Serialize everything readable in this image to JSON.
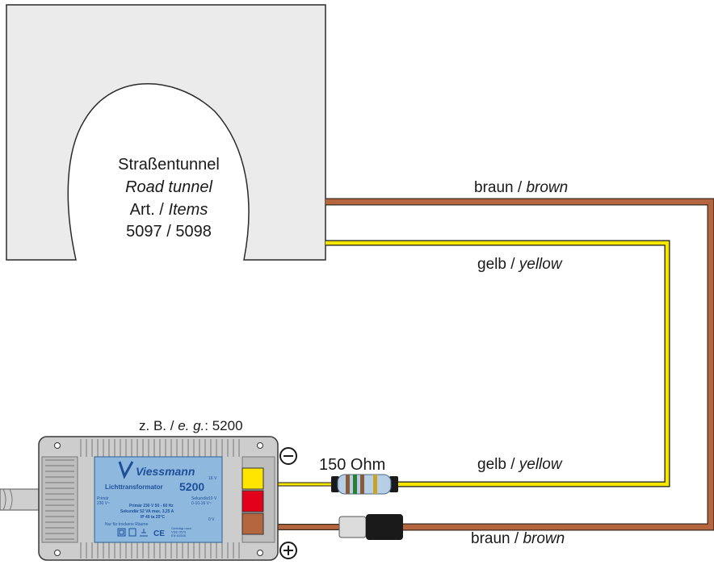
{
  "tunnel": {
    "name_de": "Straßentunnel",
    "name_en": "Road tunnel",
    "art_prefix": "Art. / ",
    "art_label": "Items",
    "item_numbers": "5097 / 5098"
  },
  "wires": {
    "top_brown": {
      "de": "braun / ",
      "en": "brown"
    },
    "top_yellow": {
      "de": "gelb / ",
      "en": "yellow"
    },
    "bottom_yellow": {
      "de": "gelb / ",
      "en": "yellow"
    },
    "bottom_brown": {
      "de": "braun / ",
      "en": "brown"
    }
  },
  "resistor": {
    "label": "150 Ohm"
  },
  "transformer": {
    "caption_prefix": "z. B. / ",
    "caption_eg": "e. g.",
    "caption_suffix": ": 5200",
    "brand": "Viessmann",
    "model": "5200",
    "product": "Lichttransformator",
    "primary_left": "Primär\n230 V~",
    "secondary_right": "Sekundär\n0-10-16 V~",
    "spec_line1": "Primär       230 V   50 - 60 Hz",
    "spec_line2": "Sekundär  52 VA   max. 3,25 A",
    "spec_line3": "IP 40     ta 25°C",
    "indoor": "Nur für trockene Räume",
    "v16": "16 V",
    "v10": "10 V",
    "v0": "0 V",
    "address": "Gefertigt nach\nVDE 0570\nEN 61558"
  },
  "polarity": {
    "minus": "⊖",
    "plus": "⊕"
  },
  "colors": {
    "brown_wire": "#b5663f",
    "yellow_wire": "#f7e600",
    "tunnel_fill": "#ebebeb",
    "transformer_body": "#c8c8c8",
    "label_blue": "#8fb8de",
    "brand_blue": "#1d4f9a",
    "terminal_yellow": "#ffe600",
    "terminal_red": "#e3001b",
    "terminal_brown": "#b5663f"
  }
}
